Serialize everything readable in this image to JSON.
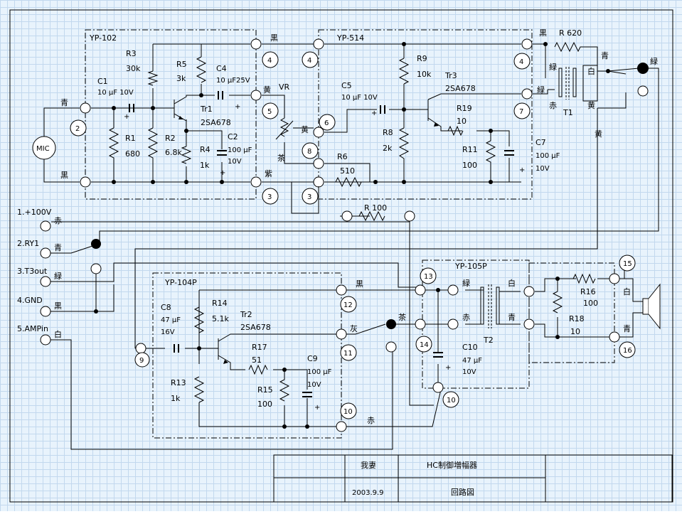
{
  "boards": {
    "yp102": "YP-102",
    "yp514": "YP-514",
    "yp104p": "YP-104P",
    "yp105p": "YP-105P"
  },
  "mic": "MIC",
  "inputs": [
    {
      "label": "1.+100V",
      "wire": "赤"
    },
    {
      "label": "2.RY1",
      "wire": "青"
    },
    {
      "label": "3.T3out",
      "wire": "緑"
    },
    {
      "label": "4.GND",
      "wire": "黒"
    },
    {
      "label": "5.AMPin",
      "wire": "白"
    }
  ],
  "parts": {
    "c1": "C1",
    "c1v": "10 μF 10V",
    "r1": "R1",
    "r1v": "680",
    "r2": "R2",
    "r2v": "6.8k",
    "r3": "R3",
    "r3v": "30k",
    "r4": "R4",
    "r4v": "1k",
    "r5": "R5",
    "r5v": "3k",
    "c4": "C4",
    "c4v": "10 μF25V",
    "tr1": "Tr1",
    "tr1v": "2SA678",
    "c2": "C2",
    "c2v1": "100 μF",
    "c2v2": "10V",
    "vr": "VR",
    "c5": "C5",
    "c5v": "10 μF 10V",
    "r6": "R6",
    "r6v": "510",
    "r8": "R8",
    "r8v": "2k",
    "r9": "R9",
    "r9v": "10k",
    "tr3": "Tr3",
    "tr3v": "2SA678",
    "r19": "R19",
    "r19v": "10",
    "r11": "R11",
    "r11v": "100",
    "c7": "C7",
    "c7v1": "100 μF",
    "c7v2": "10V",
    "r620": "R  620",
    "t1": "T1",
    "r100": "R  100",
    "c8": "C8",
    "c8v1": "47 μF",
    "c8v2": "16V",
    "r14": "R14",
    "r14v": "5.1k",
    "tr2": "Tr2",
    "tr2v": "2SA678",
    "r17": "R17",
    "r17v": "51",
    "r13": "R13",
    "r13v": "1k",
    "r15": "R15",
    "r15v": "100",
    "c9": "C9",
    "c9v1": "100 μF",
    "c9v2": "10V",
    "c10": "C10",
    "c10v1": "47 μF",
    "c10v2": "10V",
    "t2": "T2",
    "r16": "R16",
    "r16v": "100",
    "r18": "R18",
    "r18v": "10"
  },
  "pins": {
    "p2": "2",
    "p3": "3",
    "p3b": "3",
    "p4": "4",
    "p4b": "4",
    "p4c": "4",
    "p5": "5",
    "p6": "6",
    "p7": "7",
    "p8": "8",
    "p9": "9",
    "p10": "10",
    "p10b": "10",
    "p11": "11",
    "p12": "12",
    "p13": "13",
    "p14": "14",
    "p15": "15",
    "p16": "16"
  },
  "wires": {
    "ao": "青",
    "kuro": "黒",
    "kuro2": "黒",
    "kuro3": "黒",
    "kuro4": "黒",
    "ki": "黄",
    "ki2": "黄",
    "ki3": "黄",
    "cha": "茶",
    "cha2": "茶",
    "murasaki": "紫",
    "midori": "緑",
    "midori2": "緑",
    "midori3": "緑",
    "midori4": "緑",
    "aka": "赤",
    "aka2": "赤",
    "aka3": "赤",
    "shiro": "白",
    "shiro2": "白",
    "shiro3": "白",
    "ao2": "青",
    "ao3": "青",
    "ao4": "青",
    "hai": "灰"
  },
  "title": {
    "author": "我妻",
    "date": "2003.9.9",
    "project": "HC制御増幅器",
    "sheet": "回路図"
  }
}
